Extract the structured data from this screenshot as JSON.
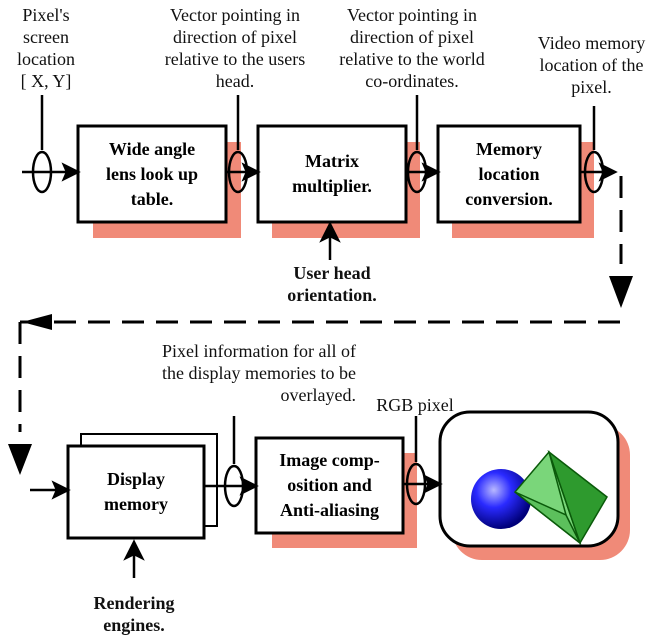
{
  "annotations": {
    "pixel_screen_location": "Pixel's\nscreen\nlocation\n[ X, Y]",
    "vector_head": "Vector pointing in\ndirection of pixel\nrelative to the users\nhead.",
    "vector_world": "Vector pointing in\ndirection of pixel\nrelative to the world\nco-ordinates.",
    "video_memory": "Video memory\nlocation of the\npixel.",
    "user_head_orientation": "User head\norientation.",
    "pixel_information": "Pixel information for all of\nthe display memories to be\noverlayed.",
    "rgb_pixel": "RGB pixel",
    "rendering_engines": "Rendering\nengines."
  },
  "boxes": {
    "wide_angle": "Wide angle\nlens look up\ntable.",
    "matrix": "Matrix\nmultiplier.",
    "memory_location": "Memory\nlocation\nconversion.",
    "display_memory": "Display\nmemory",
    "image_composition": "Image comp-\nosition and\nAnti-aliasing"
  },
  "colors": {
    "shadow": "#f08a78",
    "line": "#000000",
    "sphere": "#1a1aff",
    "pyramid": "#44c044"
  },
  "icons": [
    "loop-connector-icon",
    "arrow-icon",
    "sphere-icon",
    "pyramid-icon"
  ]
}
